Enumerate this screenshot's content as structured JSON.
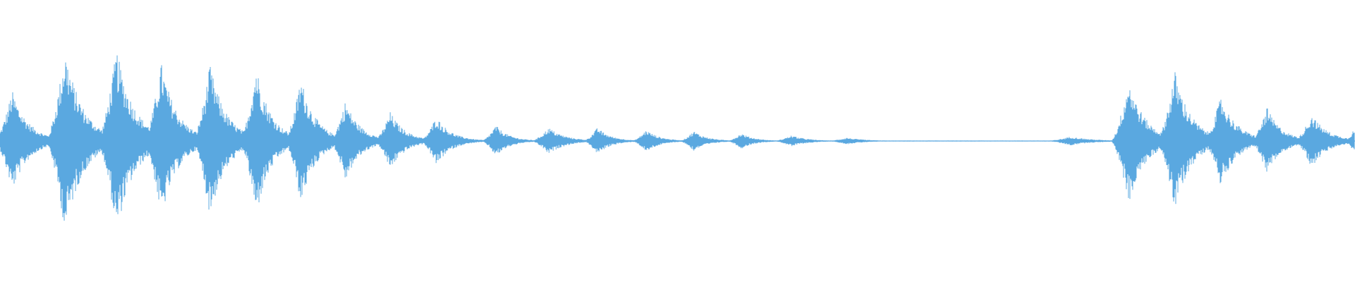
{
  "colors": {
    "background": "#ffffff",
    "waveform": "#5aa8e0"
  },
  "waveform": {
    "amplitude_scale": 1.0,
    "bursts": [
      {
        "t": 0.009,
        "amp": 0.45,
        "dur": 0.022
      },
      {
        "t": 0.048,
        "amp": 0.82,
        "dur": 0.024
      },
      {
        "t": 0.086,
        "amp": 0.82,
        "dur": 0.024
      },
      {
        "t": 0.119,
        "amp": 0.7,
        "dur": 0.022
      },
      {
        "t": 0.155,
        "amp": 0.68,
        "dur": 0.022
      },
      {
        "t": 0.189,
        "amp": 0.68,
        "dur": 0.02
      },
      {
        "t": 0.222,
        "amp": 0.57,
        "dur": 0.02
      },
      {
        "t": 0.255,
        "amp": 0.36,
        "dur": 0.02
      },
      {
        "t": 0.288,
        "amp": 0.26,
        "dur": 0.02
      },
      {
        "t": 0.322,
        "amp": 0.22,
        "dur": 0.02
      },
      {
        "t": 0.366,
        "amp": 0.14,
        "dur": 0.018
      },
      {
        "t": 0.405,
        "amp": 0.12,
        "dur": 0.022
      },
      {
        "t": 0.441,
        "amp": 0.12,
        "dur": 0.018
      },
      {
        "t": 0.477,
        "amp": 0.1,
        "dur": 0.018
      },
      {
        "t": 0.512,
        "amp": 0.09,
        "dur": 0.018
      },
      {
        "t": 0.547,
        "amp": 0.07,
        "dur": 0.018
      },
      {
        "t": 0.584,
        "amp": 0.05,
        "dur": 0.022
      },
      {
        "t": 0.625,
        "amp": 0.03,
        "dur": 0.025
      },
      {
        "t": 0.79,
        "amp": 0.04,
        "dur": 0.03
      },
      {
        "t": 0.833,
        "amp": 0.56,
        "dur": 0.022
      },
      {
        "t": 0.867,
        "amp": 0.63,
        "dur": 0.022
      },
      {
        "t": 0.901,
        "amp": 0.4,
        "dur": 0.022
      },
      {
        "t": 0.935,
        "amp": 0.3,
        "dur": 0.02
      },
      {
        "t": 0.968,
        "amp": 0.24,
        "dur": 0.022
      },
      {
        "t": 0.999,
        "amp": 0.1,
        "dur": 0.012
      }
    ]
  }
}
